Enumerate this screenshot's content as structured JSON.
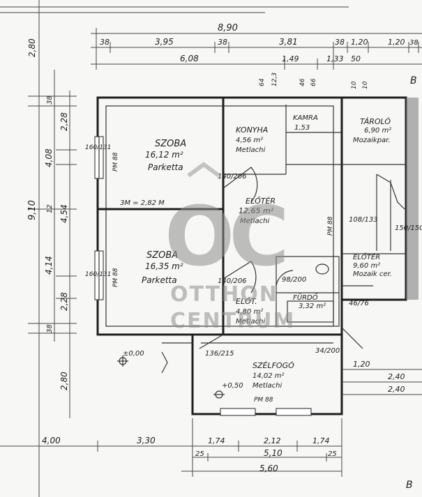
{
  "dimensions": {
    "top_row_1": [
      "38",
      "3,95",
      "38",
      "3,81",
      "38",
      "1,20",
      "1,20",
      "38"
    ],
    "top_total": "8,90",
    "top_row_2": [
      "6,08",
      "1,49",
      "1,33",
      "50"
    ],
    "top_small": [
      "64",
      "12,3",
      "46",
      "66",
      "10",
      "10"
    ],
    "left_outer": [
      "2,80",
      "9,10",
      "2,80"
    ],
    "left_inner": [
      "38",
      "2,28",
      "4,08",
      "12",
      "4,54",
      "4,14",
      "2,28",
      "38"
    ],
    "bottom_row_1": [
      "4,00",
      "3,30",
      "1,74",
      "2,12",
      "1,74"
    ],
    "bottom_row_2": [
      "25",
      "5,10",
      "25"
    ],
    "bottom_total": "5,60",
    "right_side": [
      "1,20",
      "2,40",
      "2,40"
    ]
  },
  "rooms": [
    {
      "name": "SZOBA",
      "area": "16,12 m²",
      "floor": "Parketta"
    },
    {
      "name": "SZOBA",
      "area": "16,35 m²",
      "floor": "Parketta"
    },
    {
      "name": "KONYHA",
      "area": "4,56 m²",
      "floor": "Metlachi"
    },
    {
      "name": "ELŐTÉR",
      "area": "12,65 m²",
      "floor": "Metlachi"
    },
    {
      "name": "KAMRA",
      "area": "1,53",
      "floor": ""
    },
    {
      "name": "TÁROLÓ",
      "area": "6,90 m²",
      "floor": "Mozaikpar."
    },
    {
      "name": "FÜRDŐ",
      "area": "3,32 m²",
      "floor": ""
    },
    {
      "name": "ELŐT.",
      "area": "4,80 m²",
      "floor": "Metlachi"
    },
    {
      "name": "SZÉLFOGÓ",
      "area": "14,02 m²",
      "floor": "Metlachi"
    },
    {
      "name": "ELŐTÉR",
      "area": "9,60 m²",
      "floor": "Mozaik cer."
    }
  ],
  "annotations": {
    "ceiling_height": "3M = 2,82 M",
    "level_zero": "±0,00",
    "level_stair": "+0,50",
    "pm88_1": "PM 88",
    "pm88_2": "PM 88",
    "pm88_3": "PM 88",
    "pm88_4": "PM 88",
    "section_b_top": "B",
    "section_b_bottom": "B"
  },
  "openings": [
    "140/206",
    "140/206",
    "136/215",
    "108/133",
    "150/150",
    "160/131",
    "160/131",
    "98/200",
    "46/76",
    "34/200"
  ],
  "watermark": {
    "logo": "OC",
    "line1": "OTTHON",
    "line2": "CENTRUM"
  }
}
